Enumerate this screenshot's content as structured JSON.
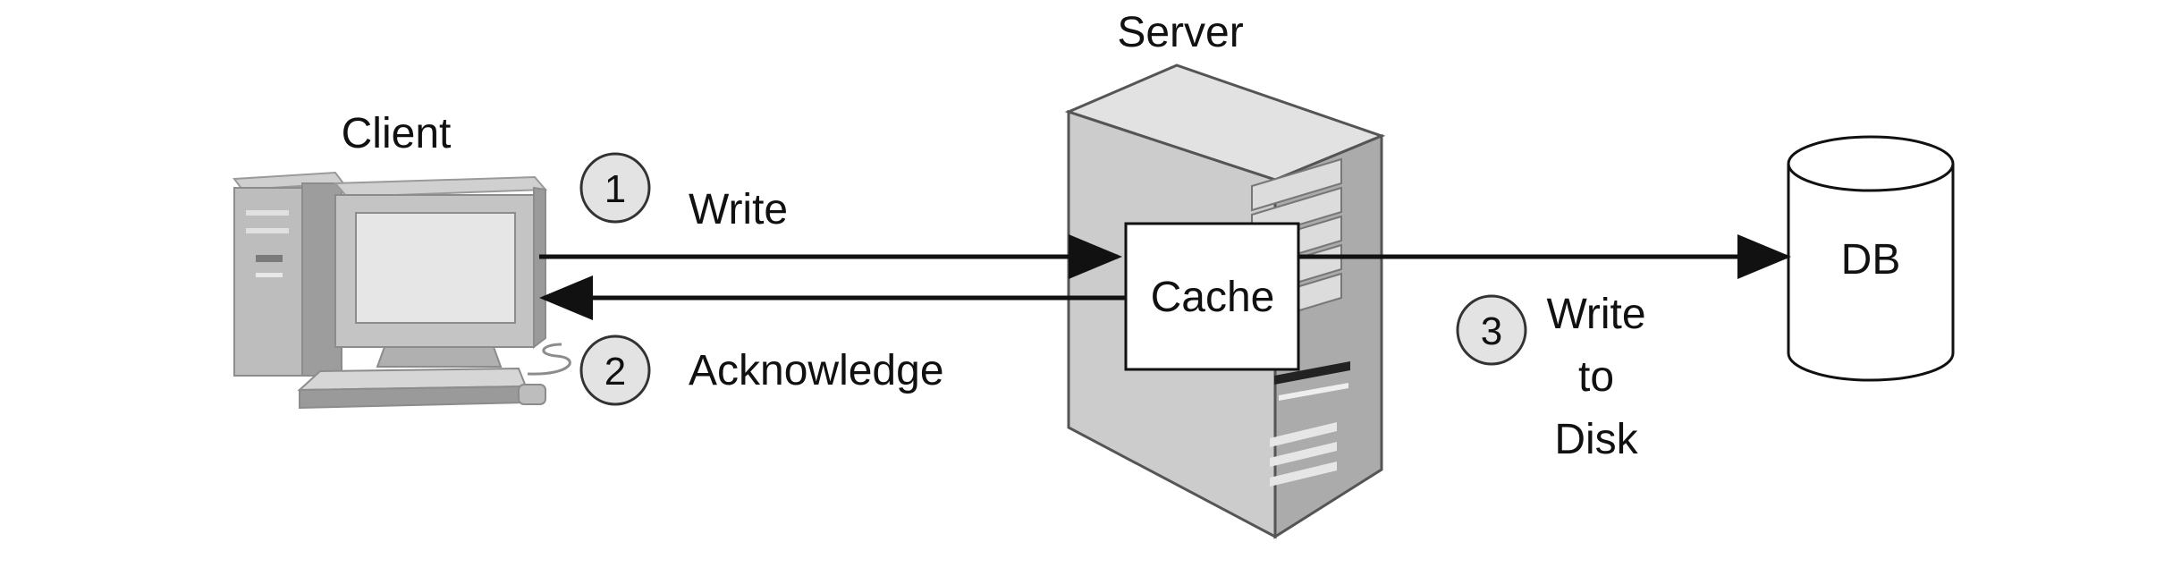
{
  "labels": {
    "client": "Client",
    "server": "Server",
    "cache": "Cache",
    "db": "DB"
  },
  "steps": [
    {
      "number": "1",
      "label_lines": [
        "Write"
      ]
    },
    {
      "number": "2",
      "label_lines": [
        "Acknowledge"
      ]
    },
    {
      "number": "3",
      "label_lines": [
        "Write",
        "to",
        "Disk"
      ]
    }
  ],
  "colors": {
    "line": "#111111",
    "light_gray": "#d9d9d9",
    "mid_gray": "#b3b3b3",
    "dark_gray": "#8c8c8c"
  }
}
